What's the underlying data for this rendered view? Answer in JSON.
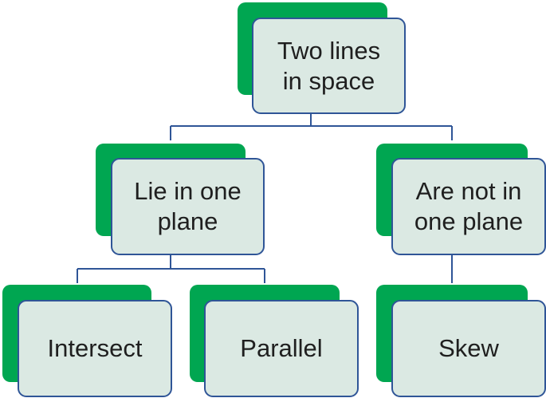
{
  "diagram": {
    "nodes": {
      "root": {
        "label": "Two lines in space"
      },
      "coplanar": {
        "label": "Lie in one plane"
      },
      "noncoplanar": {
        "label": "Are not in one plane"
      },
      "intersect": {
        "label": "Intersect"
      },
      "parallel": {
        "label": "Parallel"
      },
      "skew": {
        "label": "Skew"
      }
    },
    "colors": {
      "accent": "#00a651",
      "fill": "#dbe9e3",
      "border": "#2f5597",
      "text": "#1f1f1f"
    },
    "edges": [
      [
        "root",
        "coplanar"
      ],
      [
        "root",
        "noncoplanar"
      ],
      [
        "coplanar",
        "intersect"
      ],
      [
        "coplanar",
        "parallel"
      ],
      [
        "noncoplanar",
        "skew"
      ]
    ]
  }
}
